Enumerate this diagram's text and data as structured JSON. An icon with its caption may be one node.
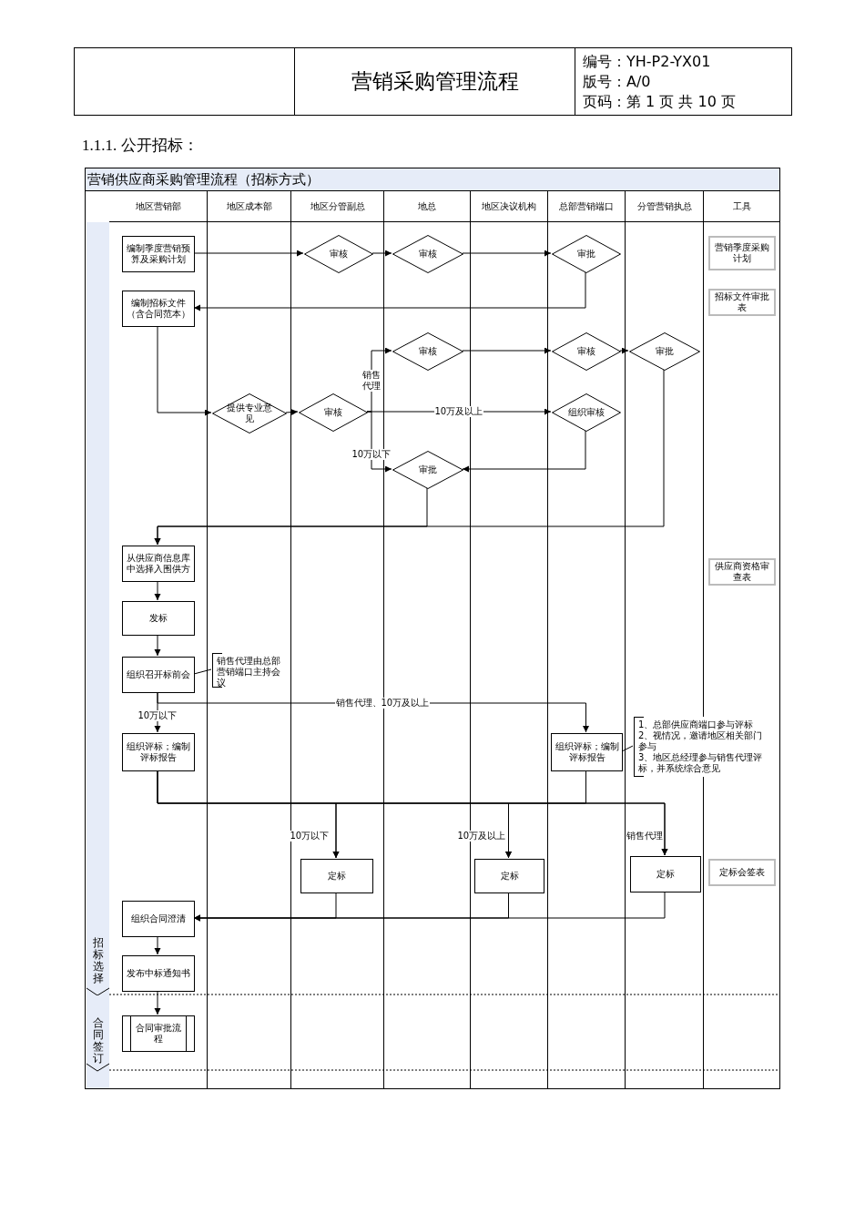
{
  "diagram": {
    "title": "营销采购管理流程",
    "nodes": [
      {
        "text": [
          "营销供应商采购管理流程（招标方式）"
        ]
      },
      {
        "text": [
          "地区营销部"
        ],
        "in": 0
      },
      {
        "text": [
          "地区成本部"
        ],
        "in": 0
      },
      {
        "text": [
          "地区分管副总"
        ],
        "in": 0
      },
      {
        "text": [
          "地总"
        ],
        "in": 0
      },
      {
        "text": [
          "地区决议机构"
        ],
        "in": 0
      },
      {
        "text": [
          "总部营销端口"
        ],
        "in": 0
      },
      {
        "text": [
          "分管营销执总"
        ],
        "in": 0
      },
      {
        "text": [
          "工具"
        ],
        "in": 0
      },
      {
        "text": [
          "编制季度营销预算及采购计划"
        ],
        "in": 1
      },
      {
        "text": [
          "审核"
        ],
        "in": 3
      },
      {
        "text": [
          "审核"
        ],
        "in": 4
      },
      {
        "text": [
          "审批"
        ],
        "in": 6
      },
      {
        "text": [
          "营销季度采购计划"
        ],
        "in": 8
      },
      {
        "text": [
          "编制招标文件（含合同范本）"
        ],
        "in": 1
      },
      {
        "text": [
          "招标文件审批表"
        ],
        "in": 8
      },
      {
        "text": [
          "审核"
        ],
        "in": 4
      },
      {
        "text": [
          "审核"
        ],
        "in": 6
      },
      {
        "text": [
          "审批"
        ],
        "in": 7
      },
      {
        "text": [
          "提供专业意见"
        ],
        "in": 2
      },
      {
        "text": [
          "审核"
        ],
        "in": 3
      },
      {
        "text": [
          "组织审核"
        ],
        "in": 6
      },
      {
        "text": [
          "审批"
        ],
        "in": 4
      },
      {
        "text": [
          "从供应商信息库中选择入围供方"
        ],
        "in": 1
      },
      {
        "text": [
          "供应商资格审查表"
        ],
        "in": 8
      },
      {
        "text": [
          "发标"
        ],
        "in": 1
      },
      {
        "text": [
          "组织召开标前会"
        ],
        "in": 1
      },
      {
        "text": [
          "销售代理由总部营销端口主持会议"
        ],
        "in": 2
      },
      {
        "text": [
          "组织评标；编制评标报告"
        ],
        "in": 1
      },
      {
        "text": [
          "组织评标；编制评标报告"
        ],
        "in": 6
      },
      {
        "text": [
          "1、总部供应商端口参与评标",
          "2、视情况，邀请地区相关部门参与",
          "3、地区总经理参与销售代理评标，并系统综合意见"
        ],
        "in": 0
      },
      {
        "text": [
          "定标"
        ],
        "in": 3
      },
      {
        "text": [
          "定标"
        ],
        "in": 5
      },
      {
        "text": [
          "定标"
        ],
        "in": 7
      },
      {
        "text": [
          "定标会签表"
        ],
        "in": 8
      },
      {
        "text": [
          "组织合同澄清"
        ],
        "in": 1
      },
      {
        "text": [
          "发布中标通知书"
        ],
        "in": 1
      },
      {
        "text": [
          "合同审批流程"
        ],
        "in": 1
      },
      {
        "text": [
          "招标选择"
        ],
        "in": 0
      },
      {
        "text": [
          "合同签订"
        ],
        "in": 0
      }
    ],
    "edges": [
      {
        "from": 9,
        "to": 10,
        "arrow": "to"
      },
      {
        "from": 10,
        "to": 11,
        "arrow": "to"
      },
      {
        "from": 11,
        "to": 12,
        "arrow": "to"
      },
      {
        "from": 12,
        "to": 14,
        "arrow": "to"
      },
      {
        "from": 14,
        "to": 19,
        "arrow": "to"
      },
      {
        "from": 19,
        "to": 20,
        "arrow": "to"
      },
      {
        "from": 20,
        "to": 21,
        "arrow": "to",
        "label": "10万及以上"
      },
      {
        "from": 20,
        "to": 16,
        "arrow": "to",
        "label": "销售代理"
      },
      {
        "from": 20,
        "to": 22,
        "arrow": "to",
        "label": "10万以下"
      },
      {
        "from": 16,
        "to": 17,
        "arrow": "to"
      },
      {
        "from": 17,
        "to": 18,
        "arrow": "to"
      },
      {
        "from": 21,
        "to": 22,
        "arrow": "to"
      },
      {
        "from": 18,
        "to": 23,
        "arrow": "to"
      },
      {
        "from": 22,
        "to": 23,
        "arrow": "to"
      },
      {
        "from": 23,
        "to": 25,
        "arrow": "to"
      },
      {
        "from": 25,
        "to": 26,
        "arrow": "to"
      },
      {
        "from": 26,
        "to": 27,
        "arrow": "none"
      },
      {
        "from": 26,
        "to": 28,
        "arrow": "to",
        "label": "10万以下"
      },
      {
        "from": 26,
        "to": 29,
        "arrow": "to",
        "label": "销售代理、10万及以上"
      },
      {
        "from": 29,
        "to": 30,
        "arrow": "none"
      },
      {
        "from": 28,
        "to": 31,
        "arrow": "to",
        "label": "10万以下"
      },
      {
        "from": 28,
        "to": 32,
        "arrow": "to",
        "label": "10万及以上"
      },
      {
        "from": 28,
        "to": 33,
        "arrow": "to",
        "label": "销售代理"
      },
      {
        "from": 29,
        "to": 31,
        "arrow": "to"
      },
      {
        "from": 29,
        "to": 32,
        "arrow": "to"
      },
      {
        "from": 29,
        "to": 33,
        "arrow": "to"
      },
      {
        "from": 31,
        "to": 35,
        "arrow": "to"
      },
      {
        "from": 32,
        "to": 35,
        "arrow": "to"
      },
      {
        "from": 33,
        "to": 35,
        "arrow": "to"
      },
      {
        "from": 35,
        "to": 36,
        "arrow": "to"
      },
      {
        "from": 36,
        "to": 37,
        "arrow": "to"
      }
    ],
    "labels": [
      "编号：YH-P2-YX01",
      "版号：A/0",
      "页码：第 1 页 共 10 页",
      "1.1.1. 公开招标："
    ]
  }
}
